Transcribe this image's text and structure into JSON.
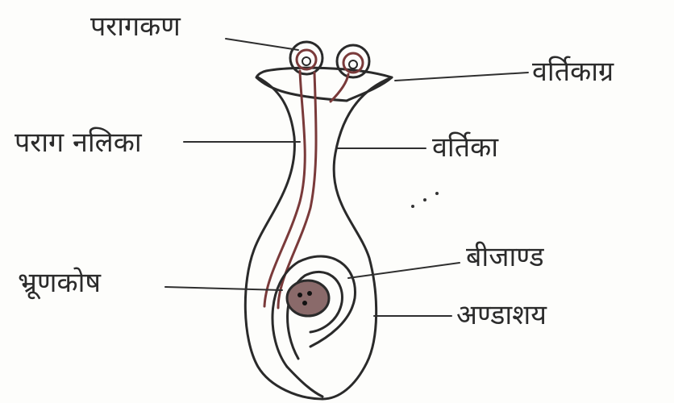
{
  "labels": {
    "pollen_grain": "परागकण",
    "stigma": "वर्तिकाग्र",
    "pollen_tube": "पराग नलिका",
    "style": "वर्तिका",
    "ovule": "बीजाण्ड",
    "embryo_sac": "भ्रूणकोष",
    "ovary": "अण्डाशय"
  },
  "colors": {
    "ink": "#2a2a2a",
    "pollen_tube": "#7a3a3a",
    "background": "#fdfdfb"
  }
}
